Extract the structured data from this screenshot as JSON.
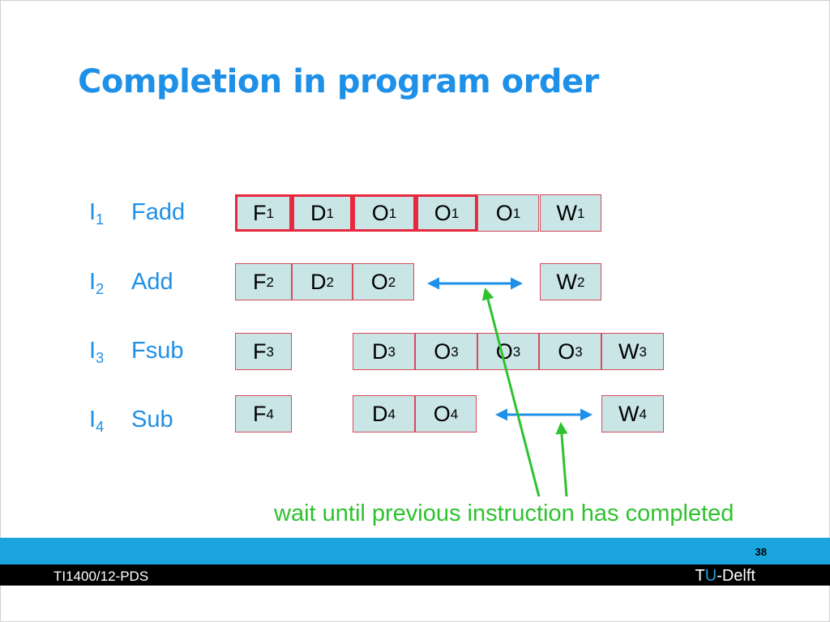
{
  "title": "Completion in program order",
  "instructions": [
    {
      "label": "I",
      "index": "1",
      "op": "Fadd"
    },
    {
      "label": "I",
      "index": "2",
      "op": "Add"
    },
    {
      "label": "I",
      "index": "3",
      "op": "Fsub"
    },
    {
      "label": "I",
      "index": "4",
      "op": "Sub"
    }
  ],
  "stages": [
    {
      "letter": "F",
      "index": "1"
    },
    {
      "letter": "D",
      "index": "1"
    },
    {
      "letter": "O",
      "index": "1"
    },
    {
      "letter": "O",
      "index": "1"
    },
    {
      "letter": "O",
      "index": "1"
    },
    {
      "letter": "W",
      "index": "1"
    },
    {
      "letter": "F",
      "index": "2"
    },
    {
      "letter": "D",
      "index": "2"
    },
    {
      "letter": "O",
      "index": "2"
    },
    {
      "letter": "W",
      "index": "2"
    },
    {
      "letter": "F",
      "index": "3"
    },
    {
      "letter": "D",
      "index": "3"
    },
    {
      "letter": "O",
      "index": "3"
    },
    {
      "letter": "O",
      "index": "3"
    },
    {
      "letter": "O",
      "index": "3"
    },
    {
      "letter": "W",
      "index": "3"
    },
    {
      "letter": "F",
      "index": "4"
    },
    {
      "letter": "D",
      "index": "4"
    },
    {
      "letter": "O",
      "index": "4"
    },
    {
      "letter": "W",
      "index": "4"
    }
  ],
  "note": "wait until previous instruction has completed",
  "page_number": "38",
  "footer": {
    "left": "TI1400/12-PDS",
    "right_t": "T",
    "right_u": "U",
    "right_rest": "-Delft"
  },
  "colors": {
    "title": "#1e90e8",
    "stage_fill": "#c9e5e5",
    "stage_border": "#d64a5a",
    "wait_arrow": "#1e90e8",
    "note_arrow": "#2ec22e",
    "band": "#1aa5df"
  }
}
